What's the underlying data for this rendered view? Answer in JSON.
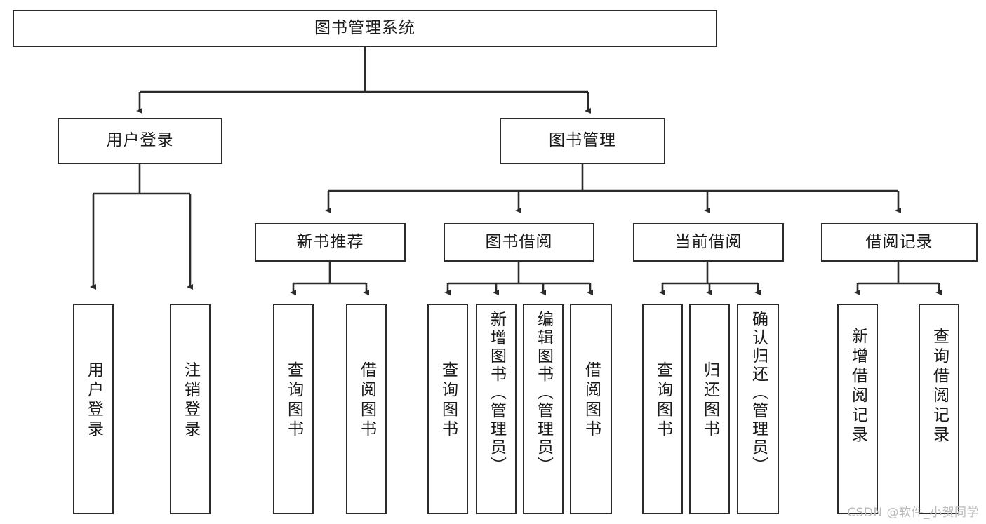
{
  "diagram": {
    "title": "图书管理系统",
    "type": "hierarchy-tree",
    "watermark": "CSDN @软件_小贺同学",
    "colors": {
      "stroke": "#2b2b2b",
      "fill": "#ffffff",
      "text": "#1a1a1a",
      "watermark": "#b9b9b9"
    },
    "nodes": {
      "root": {
        "label": "图书管理系统"
      },
      "level2": [
        {
          "id": "user-login",
          "label": "用户登录"
        },
        {
          "id": "book-manage",
          "label": "图书管理"
        }
      ],
      "level3": [
        {
          "id": "new-book-recommend",
          "label": "新书推荐"
        },
        {
          "id": "book-borrow",
          "label": "图书借阅"
        },
        {
          "id": "current-borrow",
          "label": "当前借阅"
        },
        {
          "id": "borrow-record",
          "label": "借阅记录"
        }
      ],
      "leaves": [
        {
          "id": "leaf-user-login",
          "label": "用户登录",
          "parent": "user-login"
        },
        {
          "id": "leaf-logout-login",
          "label": "注销登录",
          "parent": "user-login"
        },
        {
          "id": "leaf-query-book-1",
          "label": "查询图书",
          "parent": "new-book-recommend"
        },
        {
          "id": "leaf-borrow-book-1",
          "label": "借阅图书",
          "parent": "new-book-recommend"
        },
        {
          "id": "leaf-query-book-2",
          "label": "查询图书",
          "parent": "book-borrow"
        },
        {
          "id": "leaf-add-book",
          "label": "新增图书（管理员）",
          "parent": "book-borrow"
        },
        {
          "id": "leaf-edit-book",
          "label": "编辑图书（管理员）",
          "parent": "book-borrow"
        },
        {
          "id": "leaf-borrow-book-2",
          "label": "借阅图书",
          "parent": "book-borrow"
        },
        {
          "id": "leaf-query-book-3",
          "label": "查询图书",
          "parent": "current-borrow"
        },
        {
          "id": "leaf-return-book",
          "label": "归还图书",
          "parent": "current-borrow"
        },
        {
          "id": "leaf-confirm-return",
          "label": "确认归还（管理员）",
          "parent": "current-borrow"
        },
        {
          "id": "leaf-add-record",
          "label": "新增借阅记录",
          "parent": "borrow-record"
        },
        {
          "id": "leaf-query-record",
          "label": "查询借阅记录",
          "parent": "borrow-record"
        }
      ]
    }
  }
}
